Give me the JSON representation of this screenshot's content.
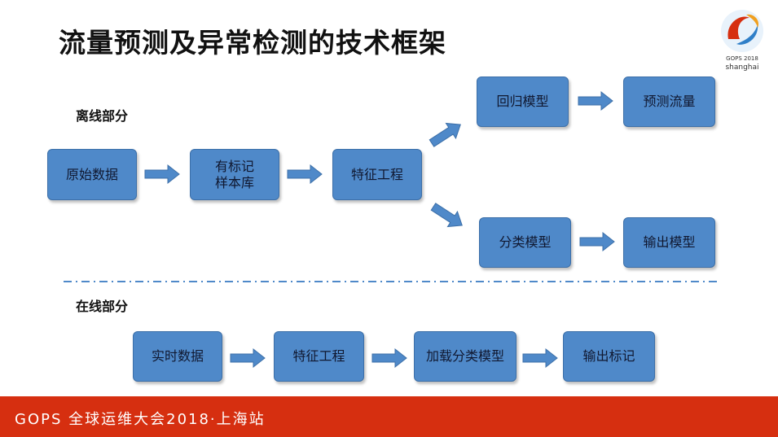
{
  "title": "流量预测及异常检测的技术框架",
  "logo": {
    "brand": "GOPS 2018",
    "city": "shanghai"
  },
  "offline": {
    "label": "离线部分",
    "boxes": {
      "raw": "原始数据",
      "labeled": "有标记\n样本库",
      "feature": "特征工程",
      "regression": "回归模型",
      "predict": "预测流量",
      "classification": "分类模型",
      "output_model": "输出模型"
    }
  },
  "online": {
    "label": "在线部分",
    "boxes": {
      "realtime": "实时数据",
      "feature": "特征工程",
      "load_model": "加载分类模型",
      "output_label": "输出标记"
    }
  },
  "footer": "GOPS 全球运维大会2018·上海站",
  "colors": {
    "box": "#4f89c9",
    "arrow": "#4f89c9",
    "divider": "#4f89c9",
    "footer": "#d62f10"
  }
}
